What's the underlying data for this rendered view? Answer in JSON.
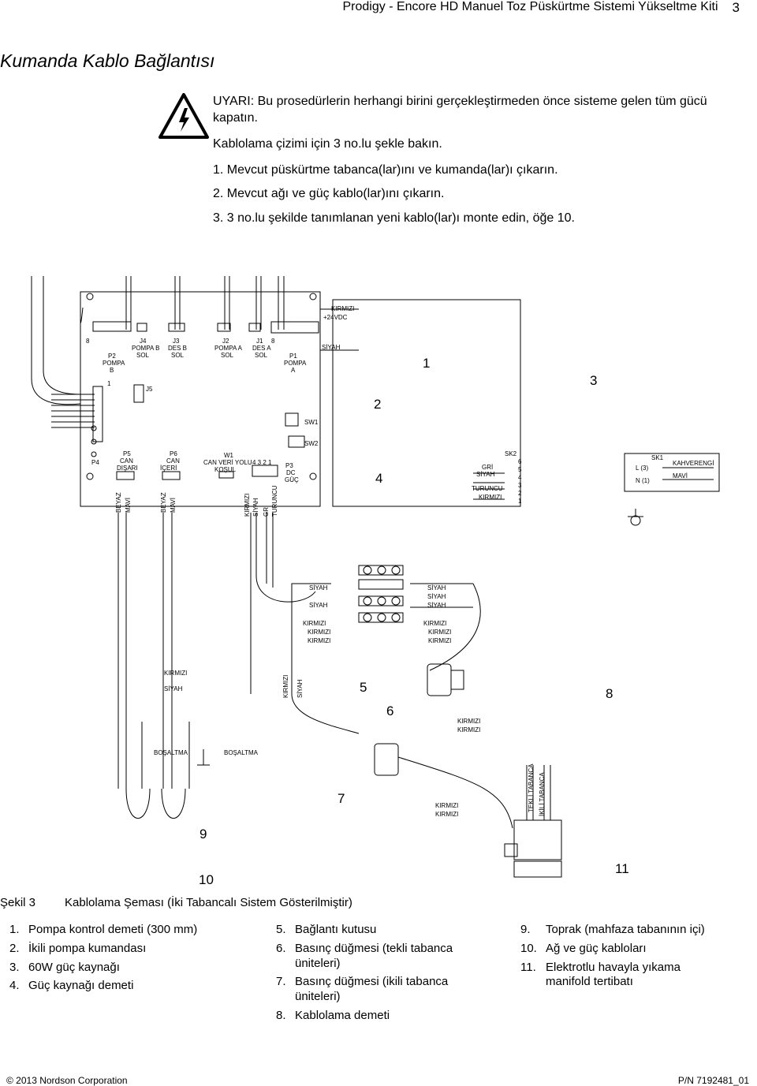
{
  "header": {
    "title": "Prodigy - Encore HD Manuel Toz Püskürtme Sistemi Yükseltme Kiti",
    "page_number": "3"
  },
  "section_title": "Kumanda Kablo Bağlantısı",
  "warning": {
    "icon": "electrical-hazard-icon",
    "label": "UYARI:",
    "text": " Bu prosedürlerin herhangi birini gerçekleştirmeden önce sisteme gelen tüm gücü kapatın."
  },
  "intro": "Kablolama çizimi için 3 no.lu şekle bakın.",
  "steps": [
    {
      "num": "1.",
      "text": "Mevcut püskürtme tabanca(lar)ını ve kumanda(lar)ı çıkarın."
    },
    {
      "num": "2.",
      "text": "Mevcut ağı ve güç kablo(lar)ını çıkarın."
    },
    {
      "num": "3.",
      "text": "3 no.lu şekilde tanımlanan yeni kablo(lar)ı monte edin, öğe 10."
    }
  ],
  "diagram": {
    "callouts": [
      "1",
      "2",
      "3",
      "4",
      "5",
      "6",
      "7",
      "8",
      "9",
      "10",
      "11"
    ],
    "board": {
      "kirmizi_24": "KIRMIZI",
      "vdc": "+24VDC",
      "siyah": "SİYAH",
      "j4": [
        "J4",
        "POMPA B",
        "SOL"
      ],
      "j3": [
        "J3",
        "DES B",
        "SOL"
      ],
      "j2": [
        "J2",
        "POMPA A",
        "SOL"
      ],
      "j1": [
        "J1",
        "DES A",
        "SOL"
      ],
      "p2": [
        "P2",
        "POMPA",
        "B"
      ],
      "p1": [
        "P1",
        "POMPA",
        "A"
      ],
      "j5": "J5",
      "sw1": "SW1",
      "sw2": "SW2",
      "p4": "P4",
      "p5": [
        "P5",
        "CAN",
        "DIŞARI"
      ],
      "p6": [
        "P6",
        "CAN",
        "İÇERİ"
      ],
      "w1": [
        "W1",
        "CAN VERİ YOLU",
        "KOŞUL"
      ],
      "p3": [
        "P3",
        "DC",
        "GÜÇ"
      ],
      "p3_pins": "4  3  2  1",
      "pin_8": "8",
      "pin_1": "1"
    },
    "vertical_wires": [
      "BEYAZ",
      "MAVİ",
      "BEYAZ",
      "MAVİ",
      "KIRMIZI",
      "SİYAH",
      "GRİ",
      "TURUNCU"
    ],
    "sk2": {
      "label": "SK2",
      "gri": "GRİ",
      "siyah": "SİYAH",
      "turuncu": "TURUNCU",
      "kirmizi": "KIRMIZI",
      "pins": [
        "6",
        "5",
        "4",
        "3",
        "2",
        "1"
      ]
    },
    "sk1": {
      "label": "SK1",
      "l": "L (3)",
      "n": "N (1)",
      "kahverengi": "KAHVERENGİ",
      "mavi": "MAVİ"
    },
    "terminal_labels": {
      "siyah_left1": "SİYAH",
      "siyah_left2": "SİYAH",
      "siyah_r1": "SİYAH",
      "siyah_r2": "SİYAH",
      "siyah_r3": "SİYAH",
      "kirmizi_l1": "KIRMIZI",
      "kirmizi_l2": "KIRMIZI",
      "kirmizi_l3": "KIRMIZI",
      "kirmizi_r1": "KIRMIZI",
      "kirmizi_r2": "KIRMIZI",
      "kirmizi_r3": "KIRMIZI"
    },
    "lower": {
      "kirmizi": "KIRMIZI",
      "siyah": "SİYAH",
      "kirmizi_v": "KIRMIZI",
      "siyah_v": "SİYAH",
      "ps_kirmizi1": "KIRMIZI",
      "ps_kirmizi2": "KIRMIZI",
      "bosaltma1": "BOŞALTMA",
      "bosaltma2": "BOŞALTMA",
      "ps7_kirmizi1": "KIRMIZI",
      "ps7_kirmizi2": "KIRMIZI",
      "tekli": "TEKLİ TABANCA",
      "ikili": "İKİLİ TABANCA"
    }
  },
  "figure": {
    "label": "Şekil 3",
    "caption": "Kablolama Şeması (İki Tabancalı Sistem Gösterilmiştir)"
  },
  "legend": {
    "col1": [
      {
        "n": "1.",
        "t": "Pompa kontrol demeti (300 mm)"
      },
      {
        "n": "2.",
        "t": "İkili pompa kumandası"
      },
      {
        "n": "3.",
        "t": "60W güç kaynağı"
      },
      {
        "n": "4.",
        "t": "Güç kaynağı demeti"
      }
    ],
    "col2": [
      {
        "n": "5.",
        "t": "Bağlantı kutusu"
      },
      {
        "n": "6.",
        "t": "Basınç düğmesi (tekli tabanca üniteleri)"
      },
      {
        "n": "7.",
        "t": "Basınç düğmesi (ikili tabanca üniteleri)"
      },
      {
        "n": "8.",
        "t": "Kablolama demeti"
      }
    ],
    "col3": [
      {
        "n": "9.",
        "t": "Toprak (mahfaza tabanının içi)"
      },
      {
        "n": "10.",
        "t": "Ağ ve güç kabloları"
      },
      {
        "n": "11.",
        "t": "Elektrotlu havayla yıkama manifold tertibatı"
      }
    ]
  },
  "footer": {
    "copyright": "© 2013 Nordson Corporation",
    "part_number": "P/N 7192481_01"
  }
}
